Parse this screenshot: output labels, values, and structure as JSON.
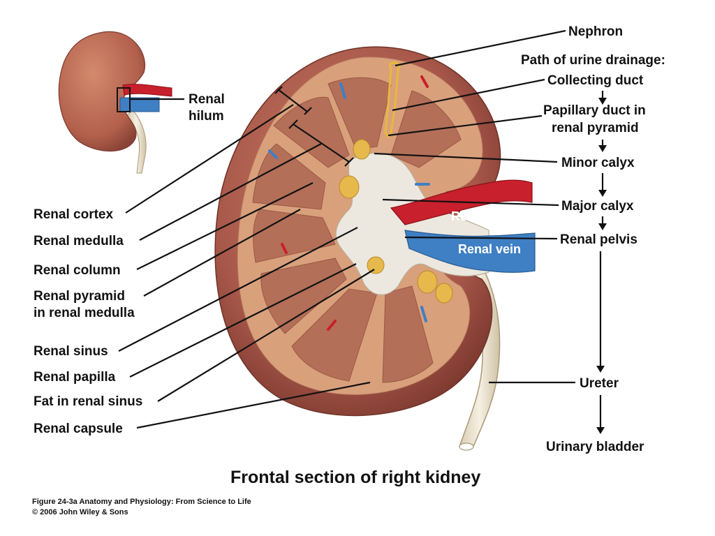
{
  "title": "Frontal section of right kidney",
  "caption": {
    "line1": "Figure 24-3a  Anatomy and Physiology: From Science to Life",
    "line2": "© 2006 John Wiley & Sons"
  },
  "small_kidney": {
    "hilum_label_line1": "Renal",
    "hilum_label_line2": "hilum"
  },
  "left_labels": {
    "renal_cortex": "Renal cortex",
    "renal_medulla": "Renal medulla",
    "renal_column": "Renal column",
    "renal_pyramid_line1": "Renal pyramid",
    "renal_pyramid_line2": "in renal medulla",
    "renal_sinus": "Renal sinus",
    "renal_papilla": "Renal papilla",
    "fat_in_renal_sinus": "Fat in renal sinus",
    "renal_capsule": "Renal capsule"
  },
  "right_labels": {
    "nephron": "Nephron",
    "path_heading": "Path of urine drainage:",
    "collecting_duct": "Collecting duct",
    "papillary_duct_line1": "Papillary duct in",
    "papillary_duct_line2": "renal pyramid",
    "minor_calyx": "Minor calyx",
    "major_calyx": "Major calyx",
    "renal_pelvis": "Renal pelvis",
    "ureter": "Ureter",
    "urinary_bladder": "Urinary bladder"
  },
  "vessel_labels": {
    "renal_artery": "Renal artery",
    "renal_vein": "Renal vein"
  },
  "colors": {
    "capsule": "#a8584a",
    "cortex": "#d9a07c",
    "medulla": "#b46f58",
    "sinus": "#ece8df",
    "artery": "#c8202c",
    "vein": "#3f7fc4",
    "fat": "#e6b94c",
    "ureter": "#ece3cf"
  }
}
